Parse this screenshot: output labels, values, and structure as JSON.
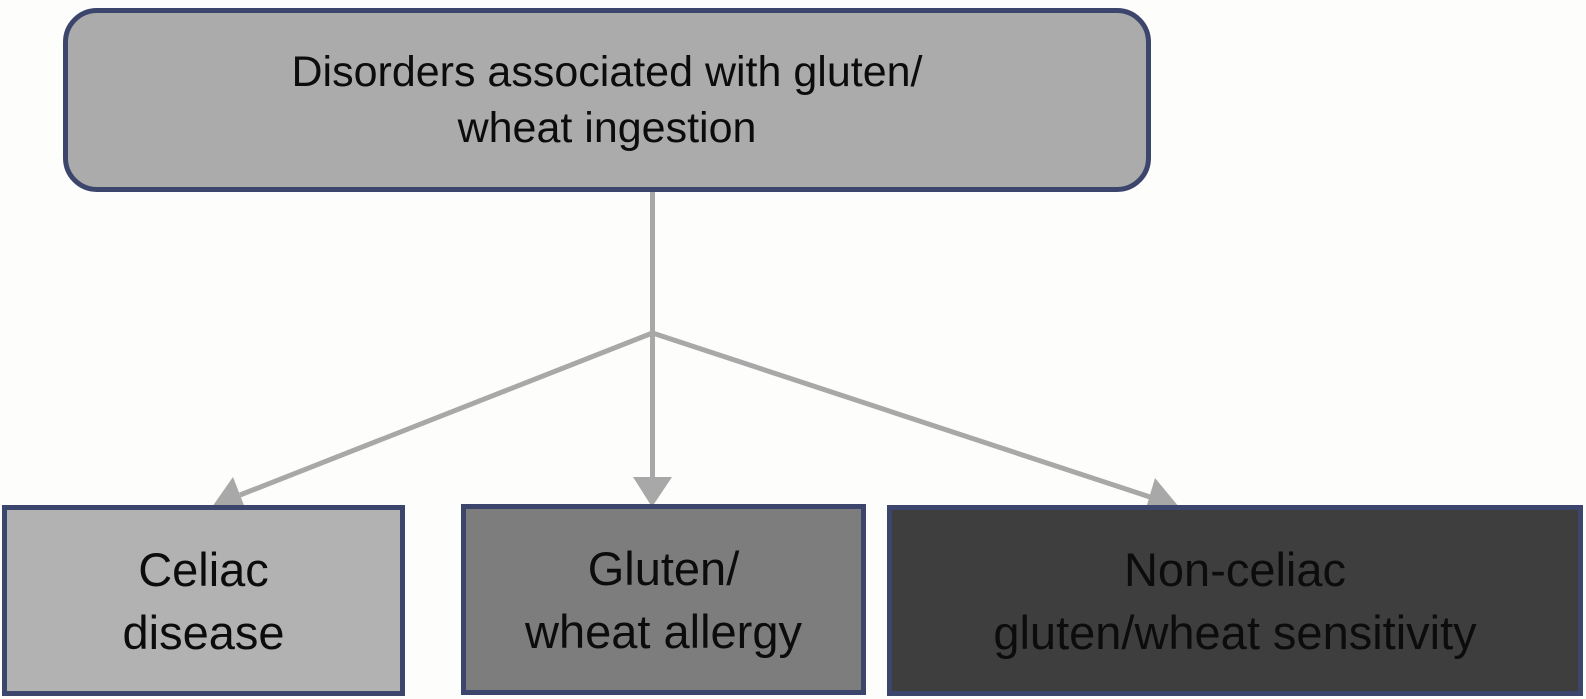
{
  "diagram": {
    "title": "Disorders associated with gluten/wheat ingestion flowchart",
    "root": {
      "id": "disorders-root",
      "line1": "Disorders associated with gluten/",
      "line2": "wheat ingestion"
    },
    "children": [
      {
        "id": "celiac-disease",
        "line1": "Celiac",
        "line2": "disease"
      },
      {
        "id": "gluten-wheat-allergy",
        "line1": "Gluten/",
        "line2": "wheat allergy"
      },
      {
        "id": "non-celiac-gluten-wheat-sensitivity",
        "line1": "Non-celiac",
        "line2": "gluten/wheat sensitivity"
      }
    ],
    "connectors": {
      "type": "arrow",
      "from": "disorders-root",
      "to": [
        "celiac-disease",
        "gluten-wheat-allergy",
        "non-celiac-gluten-wheat-sensitivity"
      ]
    },
    "colors": {
      "background": "#fdfdfb",
      "root_fill": "#ababab",
      "celiac_fill": "#b2b2b2",
      "allergy_fill": "#7d7d7d",
      "sensitivity_fill": "#3e3e3e",
      "border": "#3c456c",
      "arrow": "#a8a8a8",
      "text": "#0c0c0c"
    }
  }
}
